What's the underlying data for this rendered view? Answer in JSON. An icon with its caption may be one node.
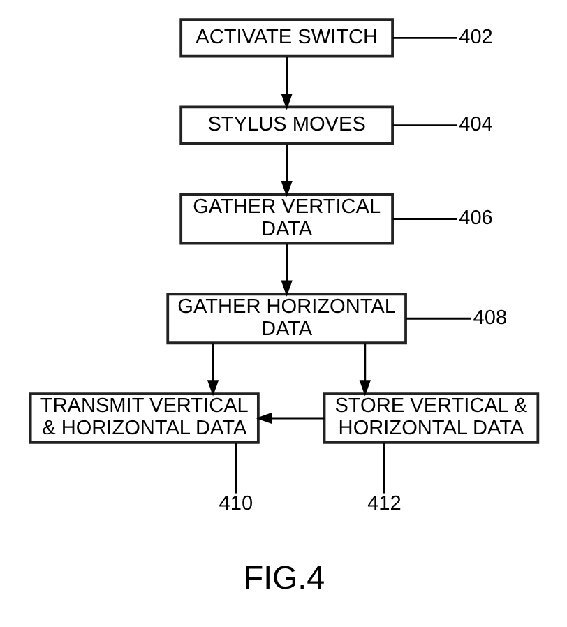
{
  "diagram": {
    "caption": "FIG.4",
    "nodes": [
      {
        "text": [
          "ACTIVATE SWITCH"
        ]
      },
      {
        "text": [
          "402"
        ]
      },
      {
        "text": [
          "STYLUS MOVES"
        ]
      },
      {
        "text": [
          "404"
        ]
      },
      {
        "text": [
          "GATHER VERTICAL DATA"
        ]
      },
      {
        "text": [
          "406"
        ]
      },
      {
        "text": [
          "GATHER HORIZONTAL DATA"
        ]
      },
      {
        "text": [
          "408"
        ]
      },
      {
        "text": [
          "TRANSMIT VERTICAL & HORIZONTAL DATA"
        ]
      },
      {
        "text": [
          "STORE VERTICAL & HORIZONTAL DATA"
        ]
      },
      {
        "text": [
          "410"
        ]
      },
      {
        "text": [
          "412"
        ]
      }
    ],
    "edges": [
      {
        "from": 0,
        "to": 2,
        "arrow": "to"
      },
      {
        "from": 2,
        "to": 4,
        "arrow": "to"
      },
      {
        "from": 4,
        "to": 6,
        "arrow": "to"
      },
      {
        "from": 6,
        "to": 8,
        "arrow": "to"
      },
      {
        "from": 6,
        "to": 9,
        "arrow": "to"
      },
      {
        "from": 9,
        "to": 8,
        "arrow": "to"
      },
      {
        "from": 1,
        "to": 0,
        "arrow": "none"
      },
      {
        "from": 3,
        "to": 2,
        "arrow": "none"
      },
      {
        "from": 5,
        "to": 4,
        "arrow": "none"
      },
      {
        "from": 7,
        "to": 6,
        "arrow": "none"
      },
      {
        "from": 10,
        "to": 8,
        "arrow": "none"
      },
      {
        "from": 11,
        "to": 9,
        "arrow": "none"
      }
    ]
  }
}
